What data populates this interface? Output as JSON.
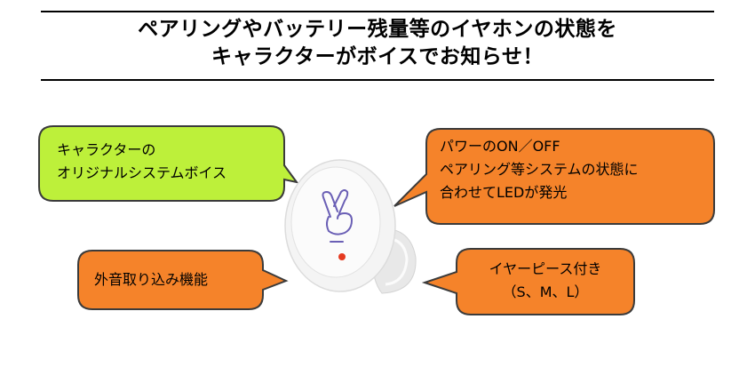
{
  "headline": {
    "line1": "ペアリングやバッテリー残量等のイヤホンの状態を",
    "line2": "キャラクターがボイスでお知らせ！"
  },
  "callouts": {
    "voice": {
      "lines": [
        "キャラクターの",
        "オリジナルシステムボイス"
      ],
      "color": "#bdf03a"
    },
    "led": {
      "lines": [
        "パワーのON／OFF",
        "ペアリング等システムの状態に",
        "合わせてLEDが発光"
      ],
      "color": "#f5832a"
    },
    "ambient": {
      "lines": [
        "外音取り込み機能"
      ],
      "color": "#f5832a"
    },
    "eartips": {
      "lines": [
        "イヤーピース付き",
        "（S、M、L）"
      ],
      "color": "#f5832a"
    }
  },
  "colors": {
    "outline": "#3b3b3b",
    "earbud_body": "#f4f4f4",
    "logo_purple": "#6a5fb5",
    "led_red": "#e53a20"
  },
  "icons": {
    "earbud": "earbud-illustration",
    "logo": "crossed-fingers-logo"
  }
}
